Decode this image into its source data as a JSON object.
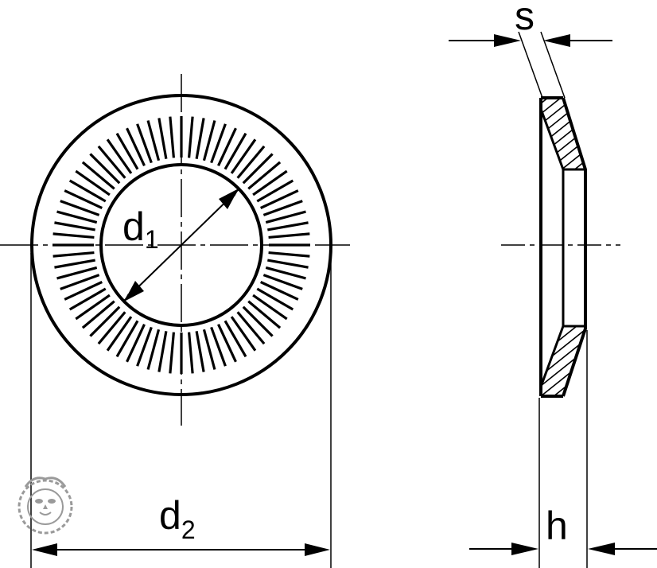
{
  "labels": {
    "d1": {
      "main": "d",
      "sub": "1"
    },
    "d2": {
      "main": "d",
      "sub": "2"
    },
    "s": "s",
    "h": "h"
  },
  "colors": {
    "line": "#000000",
    "background": "#ffffff",
    "logo": "#9a9a9a"
  },
  "logo": {
    "icon": "lion-head-icon"
  },
  "serrations": {
    "count": 72
  }
}
